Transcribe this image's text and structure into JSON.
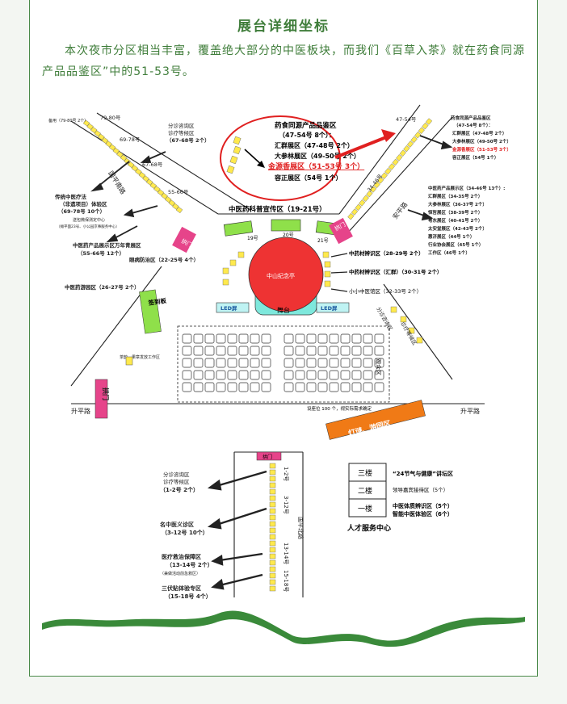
{
  "header": {
    "title": "展台详细坐标",
    "intro": "本次夜市分区相当丰富，覆盖绝大部分的中医板块，而我们《百草入茶》就在药食同源产品品鉴区”中的51-53号。"
  },
  "map": {
    "left_labels": {
      "bei_yong": "备用（79-80号 2个）",
      "n79_80": "79-80号",
      "n69_78": "69-78号",
      "n67_68": "67-68号",
      "n55_66": "55-66号",
      "fz_zone": "分诊咨询区",
      "zl_zone": "诊疗等候区",
      "fz_count": "（67-68号 2个）",
      "ct_title": "传统中医疗法",
      "ct_sub": "（非遗项目）体验区",
      "ct_count": "（69-78号 10个）",
      "zy_center": "送包微保测定中心",
      "zy_note": "（摊平面23号、小公园京事服务中心）",
      "yp_title": "中医药产品展示区万年青展区",
      "yp_count": "（55-66号 12个）",
      "ym_zone": "眼病防治区（22-25号 4个）",
      "tm_zone": "中医药游园区（26-27号 2个）",
      "qd": "签到板",
      "zq": "茶韵、果章发放工作区",
      "road_left": "升平路",
      "road_vert_left": "国平南路"
    },
    "right_labels": {
      "n47_54": "47-54号",
      "n34_46": "34-46号",
      "road_vert_right": "安平路",
      "yd_title": "药食同源产品品鉴区",
      "yd_count": "（47-54号 8个）：",
      "hq": "汇群展区（47-48号 2个）",
      "dsl": "大参林展区（49-50号 2个）",
      "jyx": "金源香展区（51-53号 3个）",
      "rz": "容正展区（54号 1个）",
      "zd_title": "中医药产品展示区（34-46号 13个）:",
      "r_hq": "汇群展区（34-35号 2个）",
      "r_dsl": "大参林展区（36-37号 2个）",
      "r_ht": "恒哲展区（38-39号 2个）",
      "r_sd": "粤东展区（40-41号 2个）",
      "r_ta": "太安堂展区（42-43号 2个）",
      "r_hj": "惠济展区（44号 1个）",
      "r_hx": "行业协会展区（45号 1个）",
      "r_gz": "工作区（46号 1个）",
      "fz_right": "分诊咨询区",
      "zl_right": "诊疗等候区",
      "road_right": "升平路"
    },
    "bubble": {
      "title": "药食同源产品品鉴区",
      "count": "（47-54号 8个）：",
      "hq": "汇群展区（47-48号 2个）",
      "dsl": "大参林展区（49-50号 2个）",
      "jyx": "金源香展区（51-53号 3个）",
      "rz": "容正展区（54号 1个）"
    },
    "center": {
      "banner": "中医药科普宣传区（19-21号）",
      "n19": "19号",
      "n20": "20号",
      "n21": "21号",
      "circle": "中山纪念亭",
      "stage": "舞台",
      "led": "LED屏",
      "zc": "中药材辨识区（28-29号 2个）",
      "zc2": "中药材辨识区（汇群）（30-31号 2个）",
      "xx": "小小中医馆区（32-33号 2个）",
      "gz": "观众区",
      "seat_note": "设座位 100 个，视实际需求确定",
      "gm": "拱门",
      "lantern": "灯谜、游园区"
    },
    "bottom": {
      "n1_2": "1-2号",
      "n3_12": "3-12号",
      "n13_14": "13-14号",
      "n15_18": "15-18号",
      "road": "国平北路",
      "fz": "分诊咨询区",
      "zl": "诊疗等候区",
      "fz_count": "（1-2号 2个）",
      "mzy": "名中医义诊区",
      "mzy_count": "（3-12号 10个）",
      "yl": "医疗救治保障区",
      "yl_count": "（13-14号 2个）",
      "yl_note": "（兼做活动前急救区）",
      "sf": "三伏贴体验专区",
      "sf_count": "（15-18号 4个）",
      "floor3": "三楼",
      "floor2": "二楼",
      "floor1": "一楼",
      "f3_text": "“24节气与健康”讲坛区",
      "f2_text": "领导嘉宾接待区（5个）",
      "f1_text1": "中医体质辨识区（5个）",
      "f1_text2": "智能中医体验区（6个）",
      "rc": "人才服务中心"
    }
  },
  "colors": {
    "green_text": "#3f7d3a",
    "booth_yellow": "#ffe94d",
    "booth_green": "#8fe04a",
    "stage_red": "#ee3333",
    "arch_pink": "#e6448a",
    "led_cyan": "#bff3f3",
    "lantern_orange": "#f07a16",
    "arrow_red": "#e02020"
  }
}
